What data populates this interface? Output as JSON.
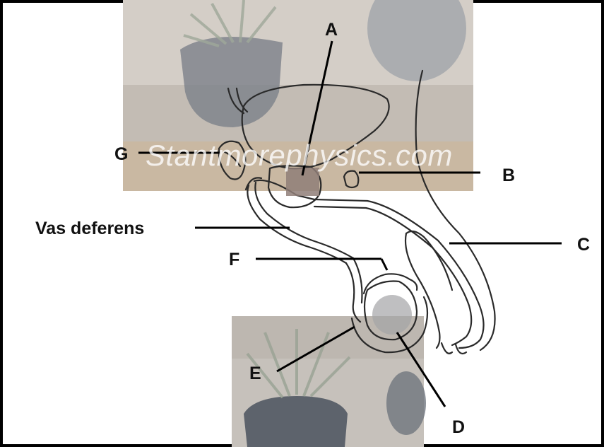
{
  "diagram": {
    "watermark": "Stantmorephysics.com",
    "labels": {
      "a": "A",
      "b": "B",
      "c": "C",
      "d": "D",
      "e": "E",
      "f": "F",
      "g": "G",
      "vas_deferens": "Vas deferens"
    }
  },
  "colors": {
    "frame": "#000000",
    "outline": "#2a2a2a",
    "photo_panel": "#b8b1a9",
    "pot": "#6b7078",
    "gland_shade": "#8f7e78"
  }
}
